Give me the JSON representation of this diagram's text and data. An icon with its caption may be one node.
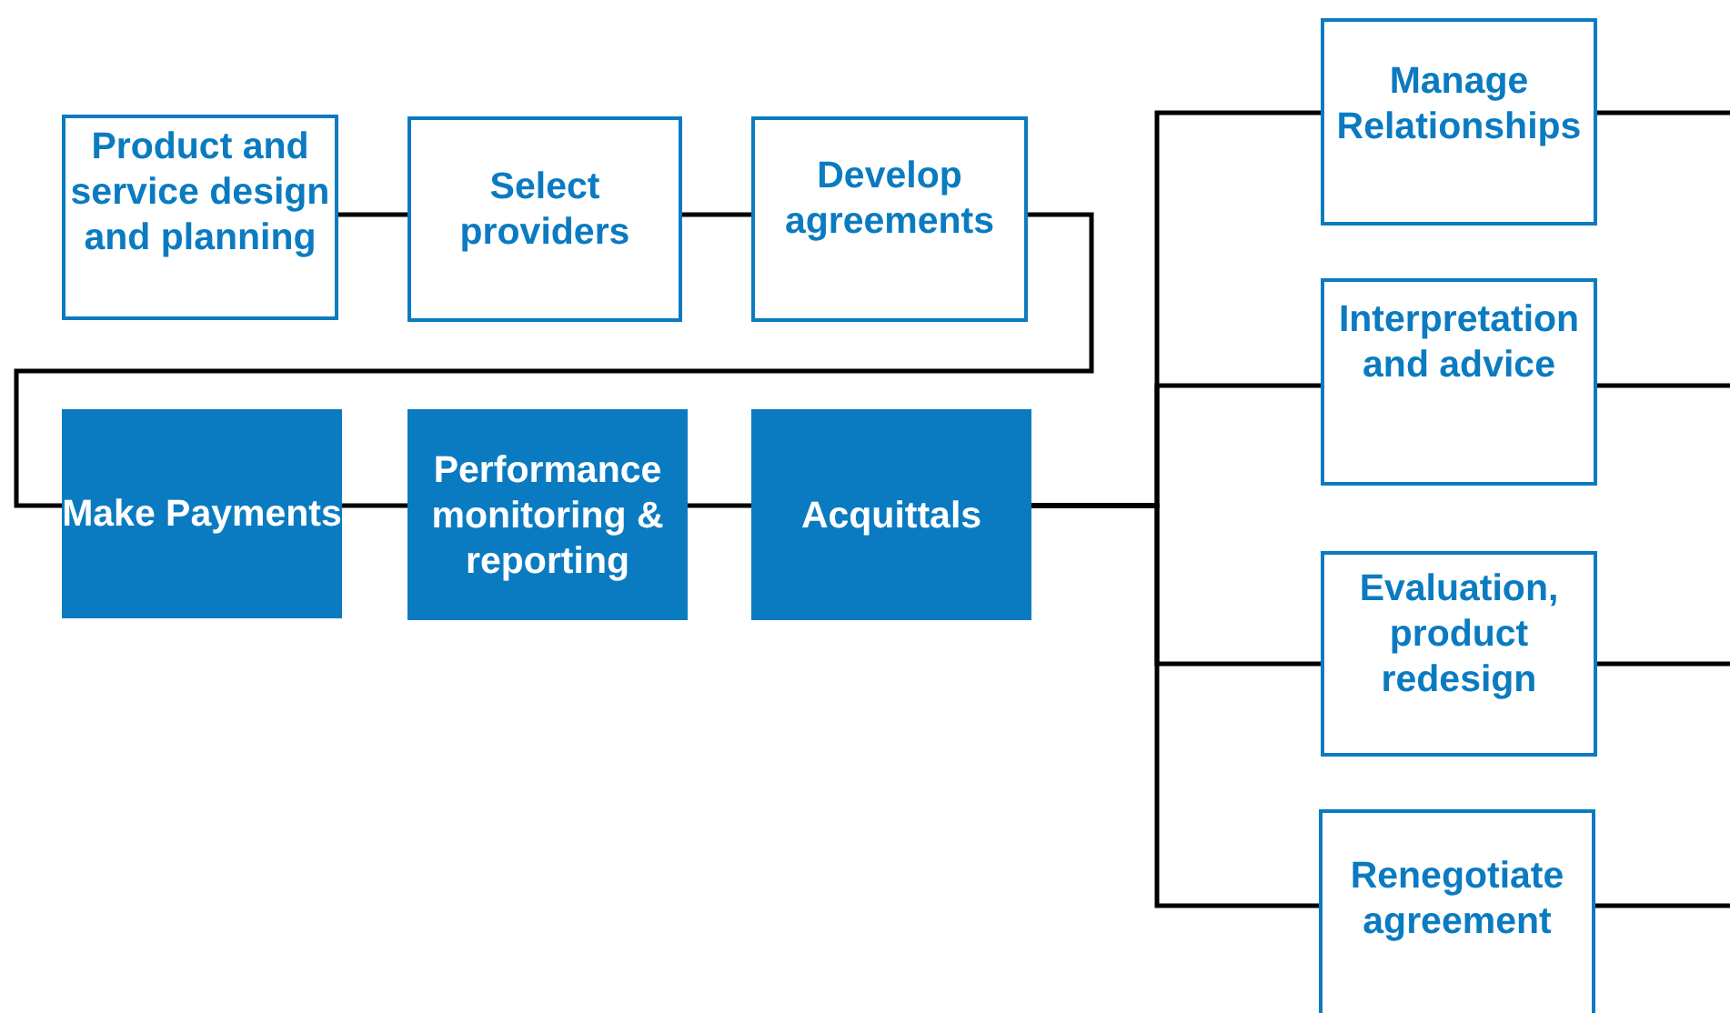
{
  "diagram": {
    "nodes": [
      {
        "text": [
          "Product and service design and planning"
        ]
      },
      {
        "text": [
          "Select providers"
        ]
      },
      {
        "text": [
          "Develop agreements"
        ]
      },
      {
        "text": [
          "Make Payments"
        ]
      },
      {
        "text": [
          "Performance monitoring & reporting"
        ]
      },
      {
        "text": [
          "Acquittals"
        ]
      },
      {
        "text": [
          "Manage Relationships"
        ]
      },
      {
        "text": [
          "Interpretation and advice"
        ]
      },
      {
        "text": [
          "Evaluation, product redesign"
        ]
      },
      {
        "text": [
          "Renegotiate agreement"
        ]
      }
    ],
    "edges": [
      {
        "from": 0,
        "to": 1,
        "arrow": "none"
      },
      {
        "from": 1,
        "to": 2,
        "arrow": "none"
      },
      {
        "from": 2,
        "to": 3,
        "arrow": "none"
      },
      {
        "from": 3,
        "to": 4,
        "arrow": "none"
      },
      {
        "from": 4,
        "to": 5,
        "arrow": "none"
      },
      {
        "from": 5,
        "to": 6,
        "arrow": "none"
      },
      {
        "from": 5,
        "to": 7,
        "arrow": "none"
      },
      {
        "from": 5,
        "to": 8,
        "arrow": "none"
      },
      {
        "from": 5,
        "to": 9,
        "arrow": "none"
      },
      {
        "from": 6,
        "to": null,
        "arrow": "none"
      },
      {
        "from": 7,
        "to": null,
        "arrow": "none"
      },
      {
        "from": 8,
        "to": null,
        "arrow": "none"
      },
      {
        "from": 9,
        "to": null,
        "arrow": "none"
      }
    ]
  }
}
